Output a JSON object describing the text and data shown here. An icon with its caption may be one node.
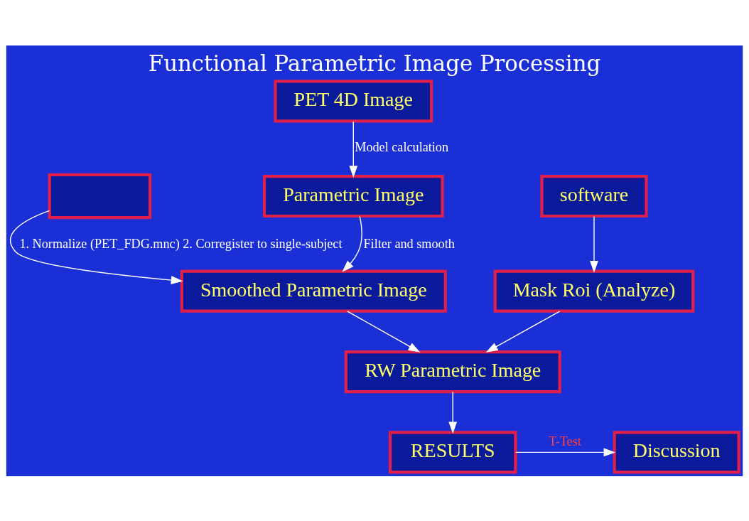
{
  "diagram": {
    "title": "Functional Parametric Image Processing",
    "nodes": [
      {
        "text": [
          "PET 4D Image"
        ]
      },
      {
        "text": [
          "Parametric Image"
        ]
      },
      {
        "text": [],
        "shape": "box"
      },
      {
        "text": [
          "software"
        ]
      },
      {
        "text": [
          "Smoothed Parametric Image"
        ]
      },
      {
        "text": [
          "Mask Roi (Analyze)"
        ]
      },
      {
        "text": [
          "RW Parametric Image"
        ]
      },
      {
        "text": [
          "RESULTS"
        ]
      },
      {
        "text": [
          "Discussion"
        ]
      }
    ],
    "edges": [
      {
        "from": 0,
        "to": 1,
        "arrow": "to",
        "label": "Model calculation"
      },
      {
        "from": 1,
        "to": 4,
        "arrow": "to",
        "label": "Filter and smooth"
      },
      {
        "from": 2,
        "to": 4,
        "arrow": "to",
        "label": "1. Normalize (PET_FDG.mnc) 2. Corregister to single-subject"
      },
      {
        "from": 3,
        "to": 5,
        "arrow": "to"
      },
      {
        "from": 4,
        "to": 6,
        "arrow": "to"
      },
      {
        "from": 5,
        "to": 6,
        "arrow": "to"
      },
      {
        "from": 6,
        "to": 7,
        "arrow": "to"
      },
      {
        "from": 7,
        "to": 8,
        "arrow": "to",
        "label": "T-Test"
      }
    ]
  }
}
